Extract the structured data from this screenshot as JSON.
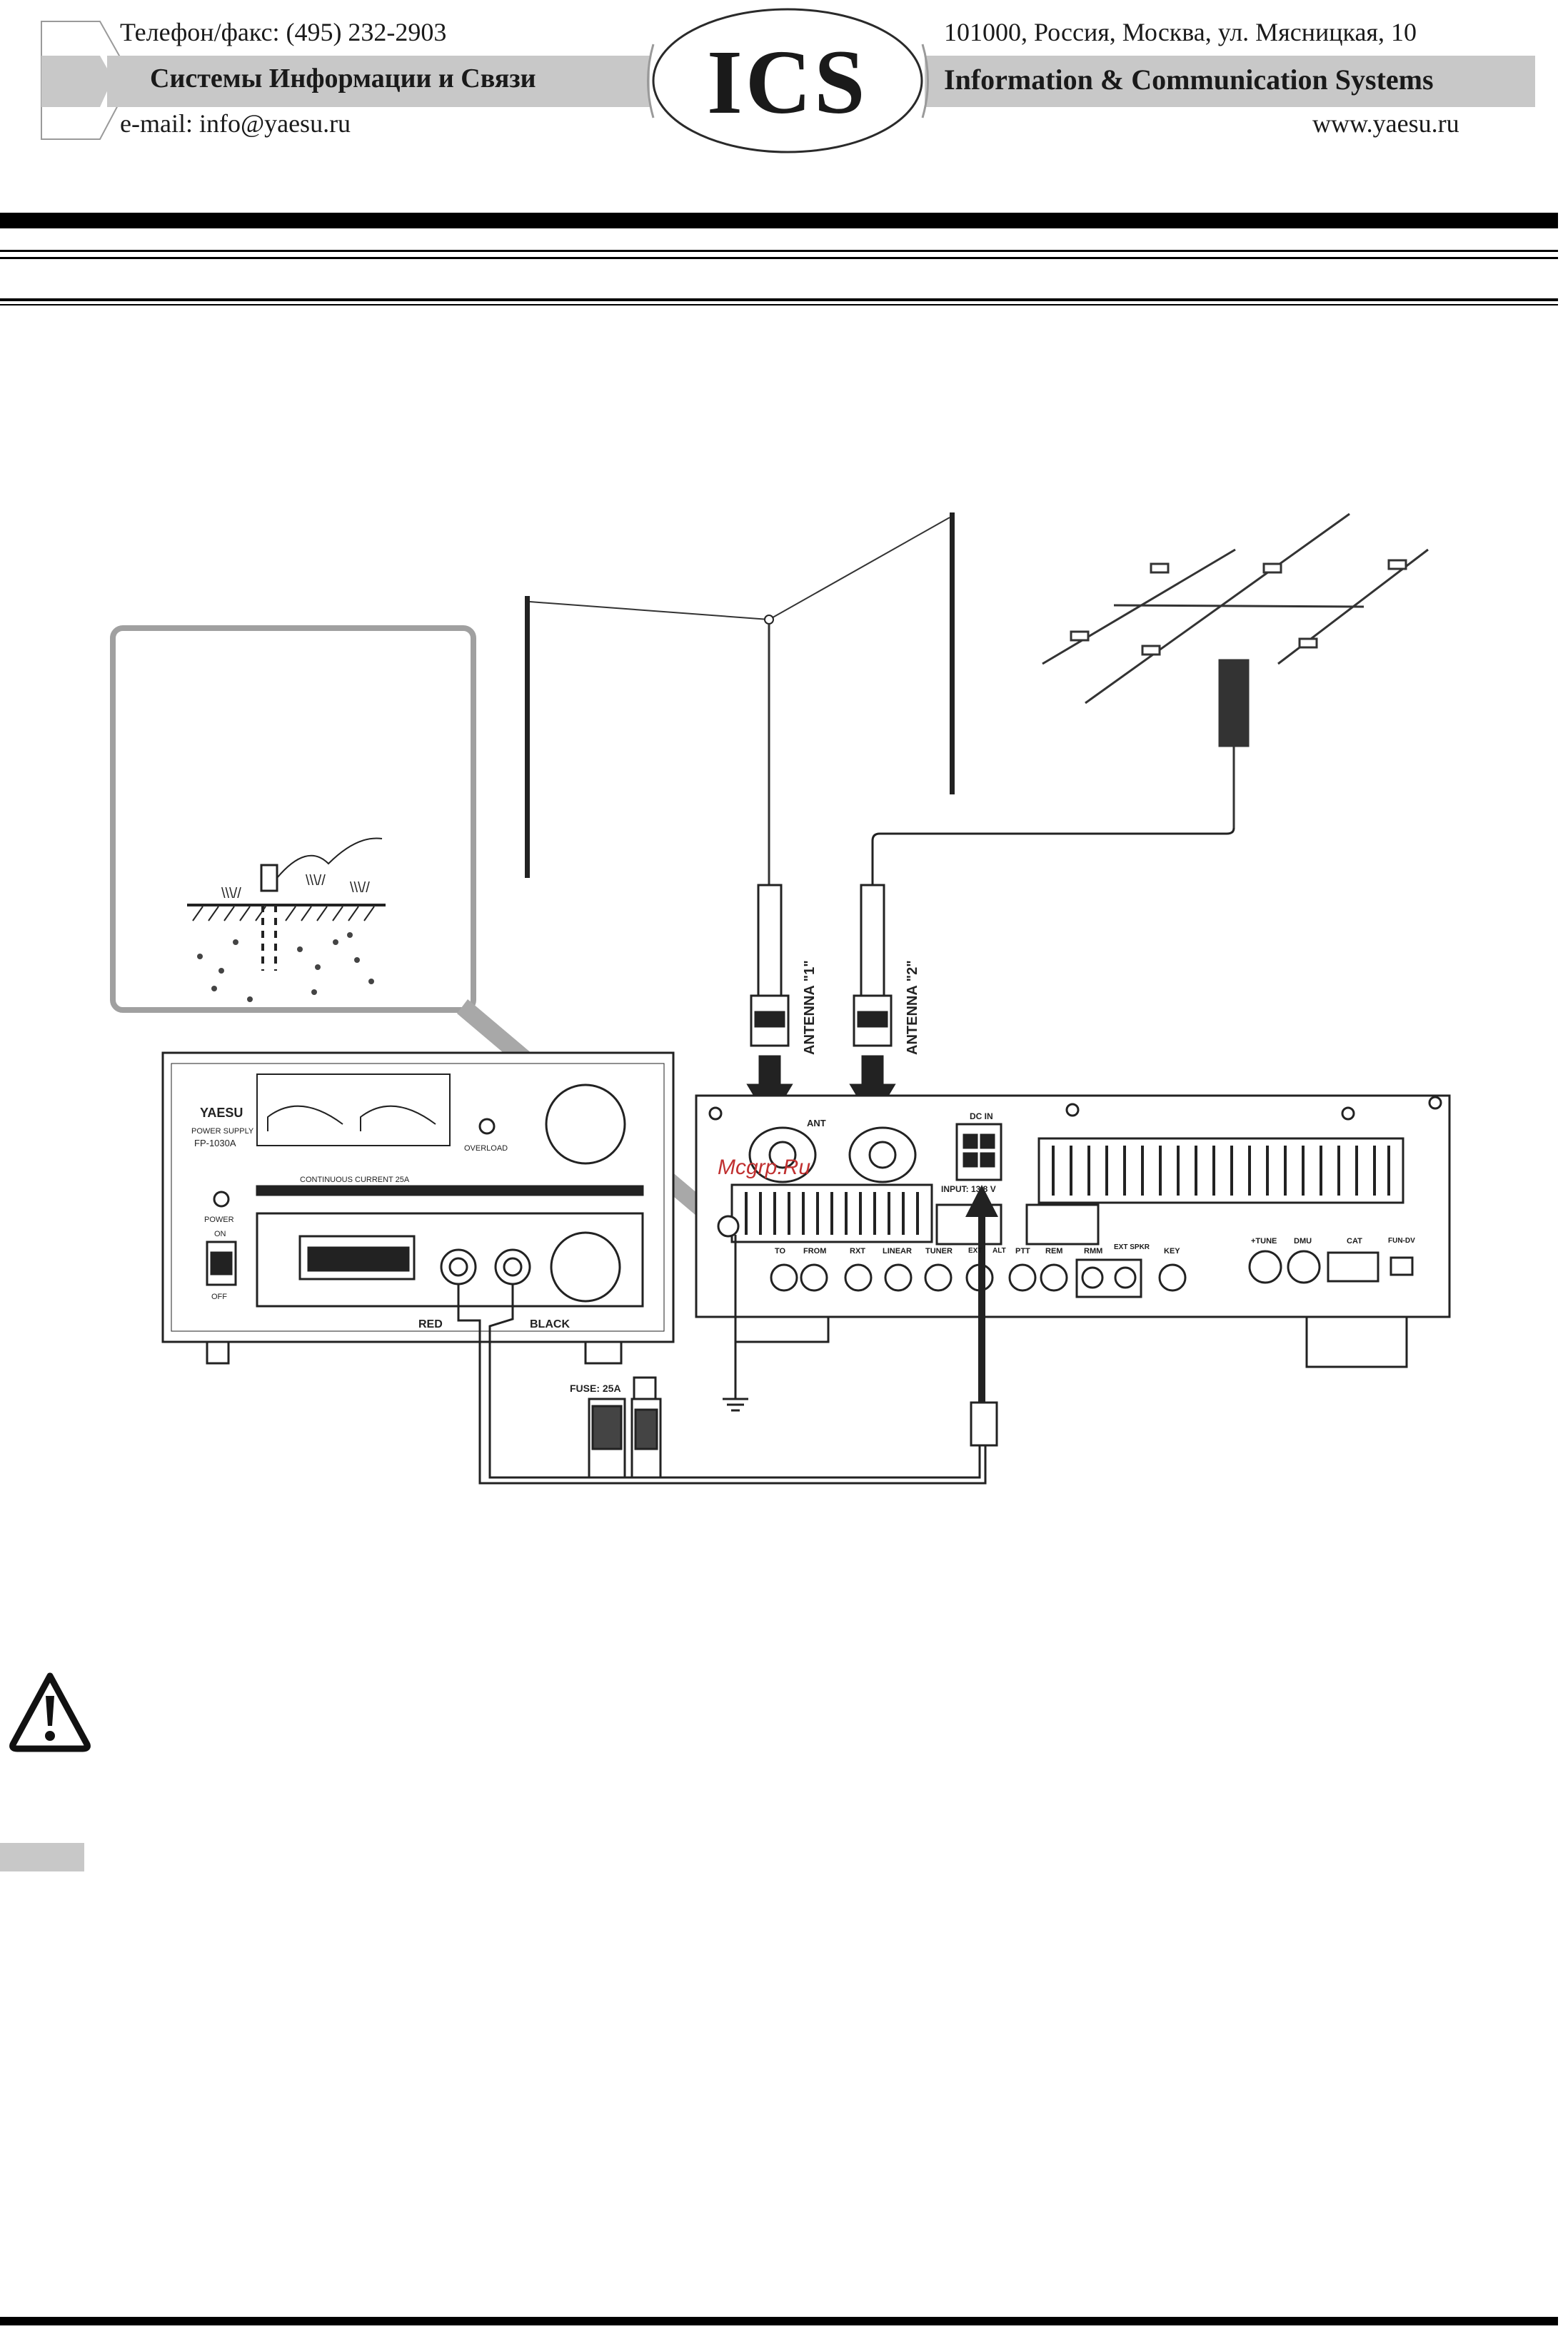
{
  "header": {
    "phone": "Телефон/факс: (495) 232-2903",
    "company_ru": "Системы Информации и Связи",
    "email": "e-mail: info@yaesu.ru",
    "logo": "ICS",
    "address": "101000, Россия, Москва, ул. Мясницкая, 10",
    "company_en": "Information & Communication Systems",
    "website": "www.yaesu.ru"
  },
  "diagram": {
    "psu": {
      "brand": "YAESU",
      "subtitle": "POWER SUPPLY",
      "model": "FP-1030A",
      "overload": "OVERLOAD",
      "meter_labels": "CONTINUOUS   CURRENT   25A",
      "power": "POWER",
      "on": "ON",
      "off": "OFF",
      "red": "RED",
      "black": "BLACK"
    },
    "antenna1": "ANTENNA \"1\"",
    "antenna2": "ANTENNA \"2\"",
    "ant": "ANT",
    "dc_in": "DC IN",
    "input": "INPUT: 13.8 V",
    "fuse": "FUSE: 25A",
    "watermark": "Mcgrp.Ru",
    "rear_labels": [
      "TO",
      "FROM",
      "RXT",
      "LINEAR",
      "TUNER",
      "EXT",
      "ALT",
      "PTT",
      "REM",
      "RMM",
      "EXT SPKR",
      "KEY",
      "+TUNE",
      "DMU",
      "CAT",
      "FUN-DV"
    ]
  },
  "warning_icon": "warning-triangle-icon"
}
